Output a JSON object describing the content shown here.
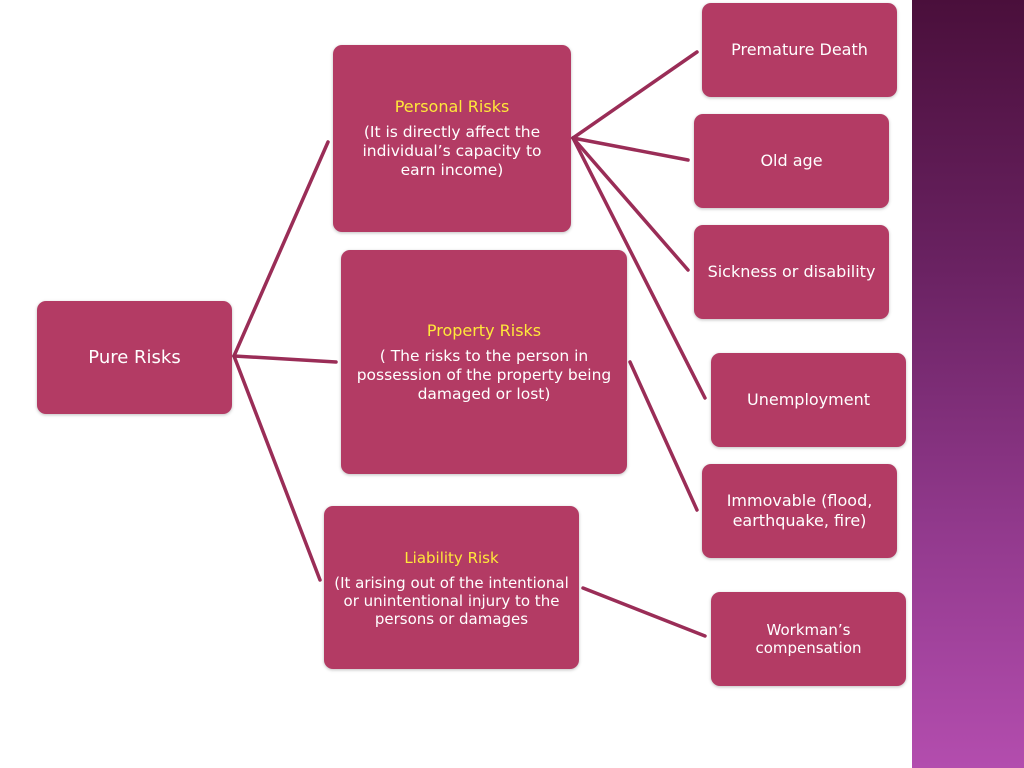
{
  "root": {
    "label": "Pure Risks"
  },
  "categories": {
    "personal": {
      "title": "Personal Risks",
      "desc": "(It is directly affect the individual’s capacity to earn income)"
    },
    "property": {
      "title": "Property Risks",
      "desc": "( The risks to the person in possession of the property being damaged or lost)"
    },
    "liability": {
      "title": "Liability Risk",
      "desc": "(It arising out of the intentional or unintentional injury to the persons or damages"
    }
  },
  "leaves": {
    "premature_death": "Premature Death",
    "old_age": "Old age",
    "sickness": "Sickness or disability",
    "unemployment": "Unemployment",
    "immovable": "Immovable (flood, earthquake, fire)",
    "workman": "Workman’s compensation"
  },
  "colors": {
    "node": "#b33b64",
    "title": "#ffe83a",
    "connector": "#9a2d57",
    "sidebar": "#6a2262"
  }
}
